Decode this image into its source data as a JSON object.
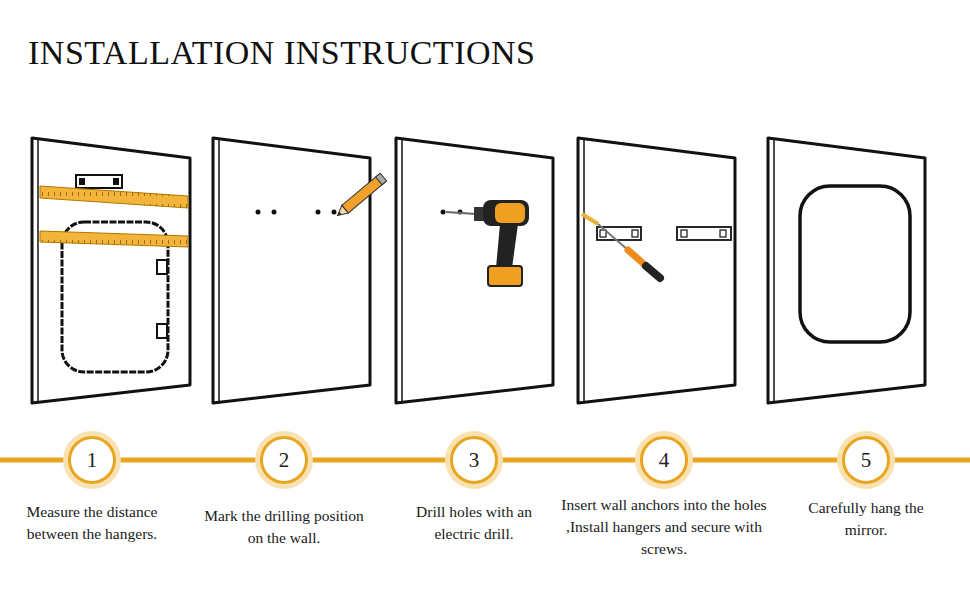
{
  "diagram": {
    "title": "INSTALLATION INSTRUCTIONS",
    "nodes": [
      {
        "text": [
          "1",
          "Measure the distance between the hangers."
        ]
      },
      {
        "text": [
          "2",
          "Mark the drilling position on the wall."
        ]
      },
      {
        "text": [
          "3",
          "Drill holes with an electric drill."
        ]
      },
      {
        "text": [
          "4",
          "Insert wall anchors into the holes ,Install hangers and secure with screws."
        ]
      },
      {
        "text": [
          "5",
          "Carefully hang the mirror."
        ]
      }
    ],
    "edges": [
      {
        "from": 0,
        "to": 1,
        "arrow": "none"
      },
      {
        "from": 1,
        "to": 2,
        "arrow": "none"
      },
      {
        "from": 2,
        "to": 3,
        "arrow": "none"
      },
      {
        "from": 3,
        "to": 4,
        "arrow": "none"
      }
    ]
  }
}
